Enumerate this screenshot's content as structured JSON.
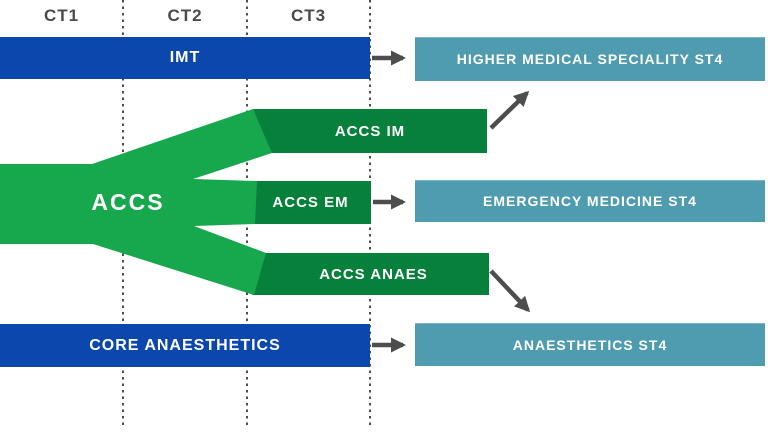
{
  "diagram": {
    "columns": {
      "ct1": "CT1",
      "ct2": "CT2",
      "ct3": "CT3"
    },
    "nodes": {
      "imt": "IMT",
      "accs": "ACCS",
      "accs_im": "ACCS IM",
      "accs_em": "ACCS EM",
      "accs_anaes": "ACCS ANAES",
      "core_anaesthetics": "CORE ANAESTHETICS",
      "higher_medical_st4": "HIGHER MEDICAL SPECIALITY ST4",
      "emergency_medicine_st4": "EMERGENCY MEDICINE ST4",
      "anaesthetics_st4": "ANAESTHETICS ST4"
    },
    "edges": [
      {
        "from": "IMT",
        "to": "HIGHER MEDICAL SPECIALITY ST4"
      },
      {
        "from": "ACCS",
        "to": "ACCS IM"
      },
      {
        "from": "ACCS",
        "to": "ACCS EM"
      },
      {
        "from": "ACCS",
        "to": "ACCS ANAES"
      },
      {
        "from": "ACCS IM",
        "to": "HIGHER MEDICAL SPECIALITY ST4"
      },
      {
        "from": "ACCS EM",
        "to": "EMERGENCY MEDICINE ST4"
      },
      {
        "from": "ACCS ANAES",
        "to": "ANAESTHETICS ST4"
      },
      {
        "from": "CORE ANAESTHETICS",
        "to": "ANAESTHETICS ST4"
      }
    ],
    "colors": {
      "pathway_blue": "#0b47ad",
      "accs_light_green": "#17a74c",
      "accs_dark_green": "#07803c",
      "outcome_teal": "#4f9bb0",
      "arrow_gray": "#4d4d4d",
      "header_gray": "#4a4a4a"
    }
  }
}
